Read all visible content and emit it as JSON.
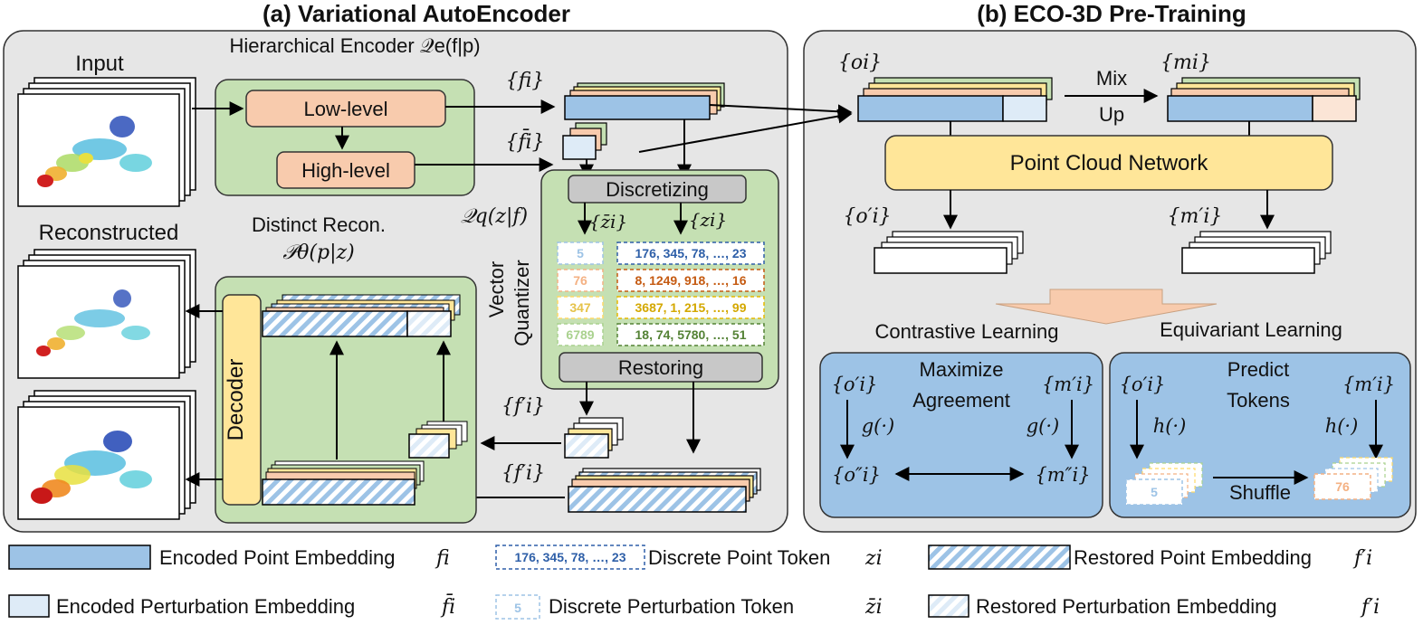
{
  "titles": {
    "left": "(a)  Variational AutoEncoder",
    "right": "(b)  ECO-3D Pre-Training"
  },
  "vae": {
    "input": "Input",
    "reconstructed": "Reconstructed",
    "encoder_title": "Hierarchical Encoder 𝒬e(f|p)",
    "low_level": "Low-level",
    "high_level": "High-level",
    "f_i": "{fi}",
    "f_bar_i": "{f̄i}",
    "discretizing": "Discretizing",
    "restoring": "Restoring",
    "quantizer_math": "𝒬q(z|f)",
    "vector": "Vector",
    "quantizer": "Quantizer",
    "z_bar_i": "{z̄i}",
    "z_i": "{zi}",
    "distinct_recon": "Distinct Recon.",
    "decoder_math": "𝒫θ(p|z)",
    "decoder": "Decoder",
    "f_prime_bar": "{f′i}",
    "f_prime": "{f′i}",
    "tokens_left": [
      "5",
      "76",
      "347",
      "6789"
    ],
    "tokens_right": [
      "176, 345, 78, …, 23",
      "8, 1249, 918, …, 16",
      "3687, 1, 215, …, 99",
      "18, 74, 5780, …, 51"
    ]
  },
  "pretrain": {
    "o_i": "{oi}",
    "m_i": "{mi}",
    "mix": "Mix",
    "up": "Up",
    "network": "Point Cloud Network",
    "o_prime": "{o′i}",
    "m_prime": "{m′i}",
    "contrastive": "Contrastive Learning",
    "equivariant": "Equivariant Learning",
    "maximize": "Maximize",
    "agreement": "Agreement",
    "predict": "Predict",
    "tokens": "Tokens",
    "g": "g(·)",
    "h": "h(·)",
    "o_dprime": "{o″i}",
    "m_dprime": "{m″i}",
    "shuffle": "Shuffle",
    "tok5": "5",
    "tok76": "76"
  },
  "legend": {
    "encoded_point": "Encoded Point Embedding",
    "encoded_point_sym": "fi",
    "discrete_point_sample": "176, 345, 78, …, 23",
    "discrete_point": "Discrete Point Token",
    "discrete_point_sym": "zi",
    "restored_point": "Restored Point Embedding",
    "restored_point_sym": "f′i",
    "encoded_pert": "Encoded Perturbation Embedding",
    "encoded_pert_sym": "f̄i",
    "discrete_pert_sample": "5",
    "discrete_pert": "Discrete Perturbation Token",
    "discrete_pert_sym": "z̄i",
    "restored_pert": "Restored Perturbation Embedding",
    "restored_pert_sym": "f′i"
  },
  "colors": {
    "panel": "#e6e6e6",
    "green": "#c5e0b3",
    "orange": "#f8cbad",
    "blue": "#9dc3e6",
    "lightblue": "#deebf7",
    "yellow": "#ffe699",
    "gray": "#c8c8c8"
  }
}
